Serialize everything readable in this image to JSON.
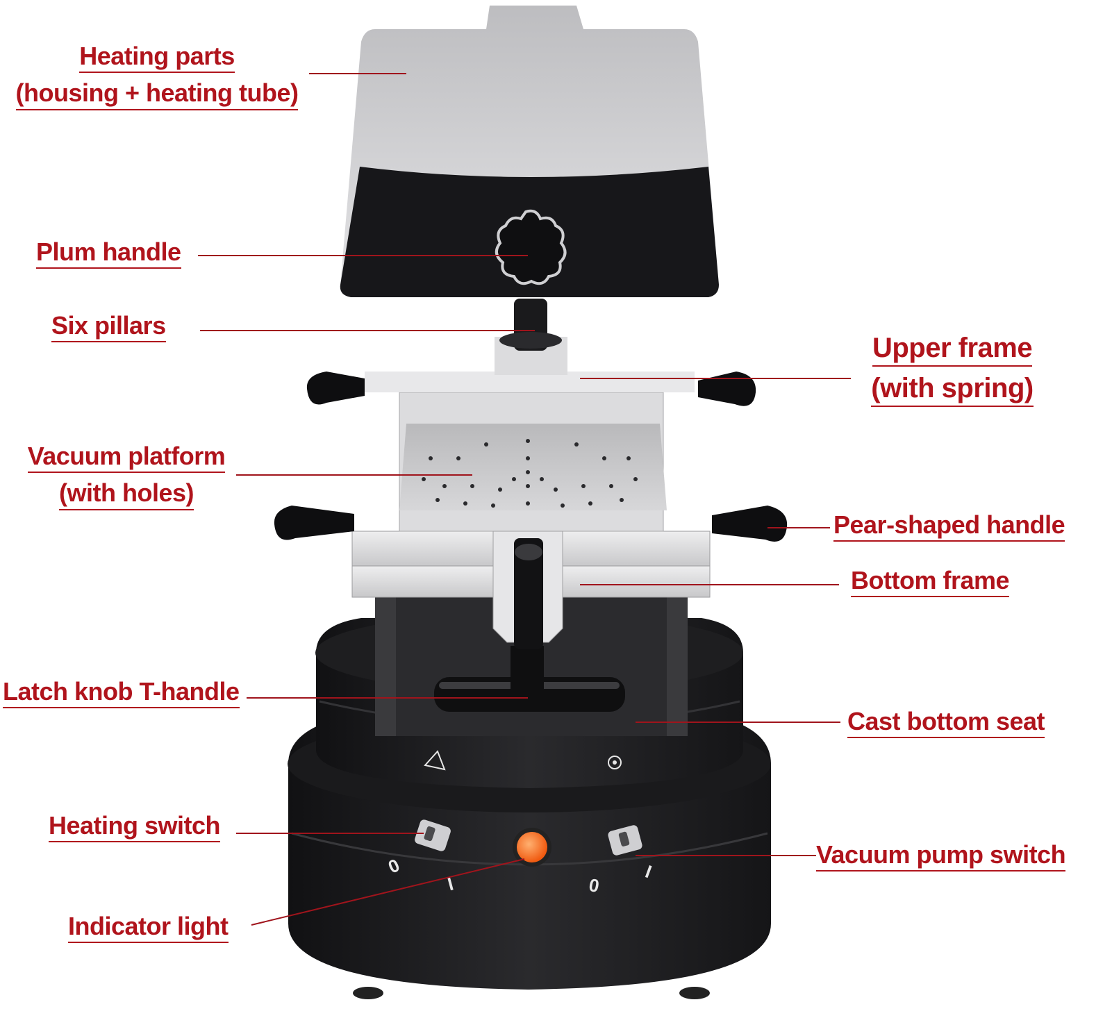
{
  "colors": {
    "label": "#b0141c",
    "leader": "#a0141c",
    "machine_dark": "#1c1c1e",
    "machine_light": "#cfcfd1",
    "indicator": "#ff7a1a"
  },
  "labels": {
    "heating_parts": {
      "line1": "Heating parts",
      "line2": "(housing + heating tube)"
    },
    "plum_handle": "Plum handle",
    "six_pillars": "Six pillars",
    "upper_frame": {
      "line1": "Upper frame",
      "line2": "(with spring)"
    },
    "vacuum_platform": {
      "line1": "Vacuum platform",
      "line2": "(with holes)"
    },
    "pear_handle": "Pear-shaped handle",
    "bottom_frame": "Bottom frame",
    "latch_knob": "Latch knob T-handle",
    "cast_bottom_seat": "Cast bottom seat",
    "heating_switch": "Heating switch",
    "vacuum_pump_switch": "Vacuum pump switch",
    "indicator_light": "Indicator light"
  },
  "switch_marks": {
    "heating_off": "0",
    "heating_on": "I",
    "vacuum_off": "0",
    "vacuum_on": "I"
  },
  "icons": [
    "triangle-warning-icon",
    "dial-mark-icon"
  ]
}
